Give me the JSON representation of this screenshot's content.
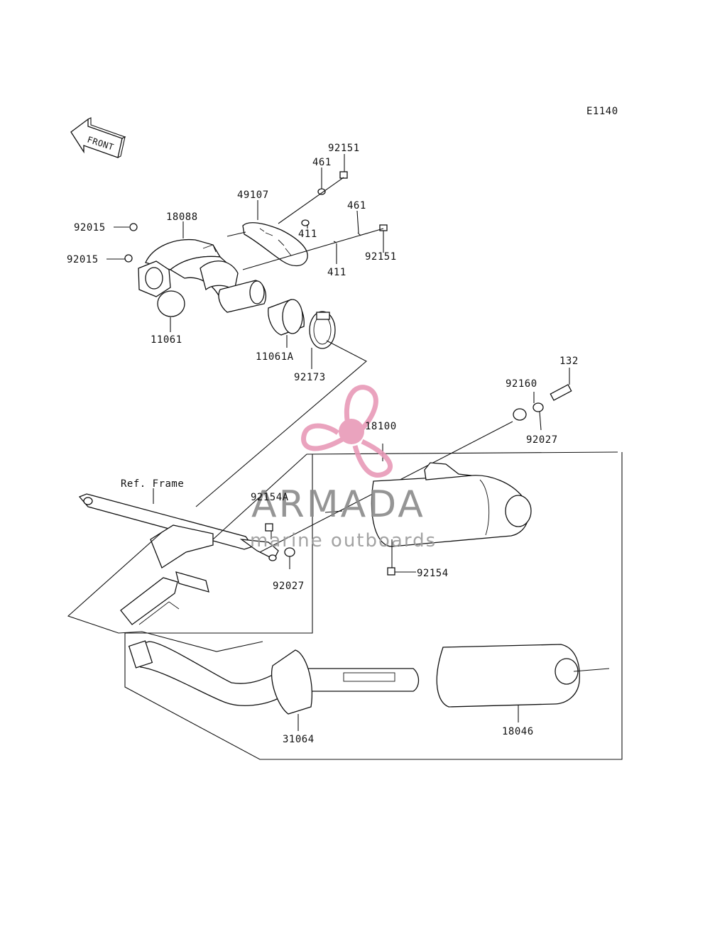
{
  "diagram_code": "E1140",
  "front_label": "FRONT",
  "frame_label": "Ref. Frame",
  "watermark": {
    "brand": "ARMADA",
    "tagline": "marine outboards",
    "color": "#e89ab8"
  },
  "parts": {
    "p92151a": "92151",
    "p461a": "461",
    "p49107": "49107",
    "p18088": "18088",
    "p92015a": "92015",
    "p92015b": "92015",
    "p411a": "411",
    "p461b": "461",
    "p411b": "411",
    "p92151b": "92151",
    "p11061": "11061",
    "p11061A": "11061A",
    "p92173": "92173",
    "p132": "132",
    "p92160": "92160",
    "p18100": "18100",
    "p92027a": "92027",
    "p92154A": "92154A",
    "p92154": "92154",
    "p92027b": "92027",
    "p31064": "31064",
    "p18046": "18046"
  }
}
